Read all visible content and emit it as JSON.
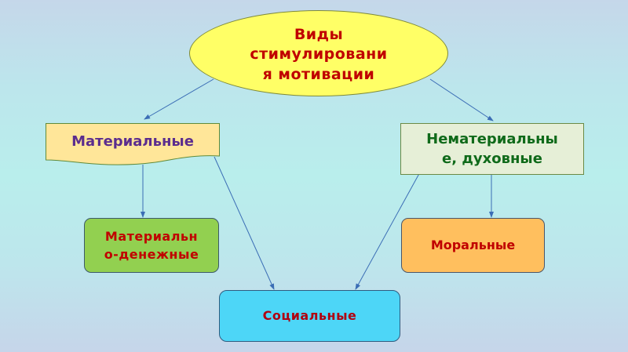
{
  "diagram": {
    "root": {
      "label_lines": [
        "Виды",
        "стимулировани",
        "я мотивации"
      ],
      "fill": "#ffff66",
      "text_color": "#c00000"
    },
    "material": {
      "label": "Материальные",
      "fill": "#ffe699",
      "text_color": "#5b2d8e"
    },
    "nonmaterial": {
      "label_lines": [
        "Нематериальны",
        "е, духовные"
      ],
      "fill": "#e6efd7",
      "text_color": "#0f6a1a"
    },
    "monetary": {
      "label_lines": [
        "Материальн",
        "о-денежные"
      ],
      "fill": "#92d050",
      "text_color": "#c00000"
    },
    "moral": {
      "label": "Моральные",
      "fill": "#ffbf5e",
      "text_color": "#c00000"
    },
    "social": {
      "label": "Социальные",
      "fill": "#4dd6f7",
      "text_color": "#b00010"
    },
    "edges": [
      {
        "from": "Виды стимулирования мотивации",
        "to": "Материальные"
      },
      {
        "from": "Виды стимулирования мотивации",
        "to": "Нематериальные, духовные"
      },
      {
        "from": "Материальные",
        "to": "Материально-денежные"
      },
      {
        "from": "Материальные",
        "to": "Социальные"
      },
      {
        "from": "Нематериальные, духовные",
        "to": "Моральные"
      },
      {
        "from": "Нематериальные, духовные",
        "to": "Социальные"
      }
    ],
    "edge_color": "#3b6db5"
  }
}
